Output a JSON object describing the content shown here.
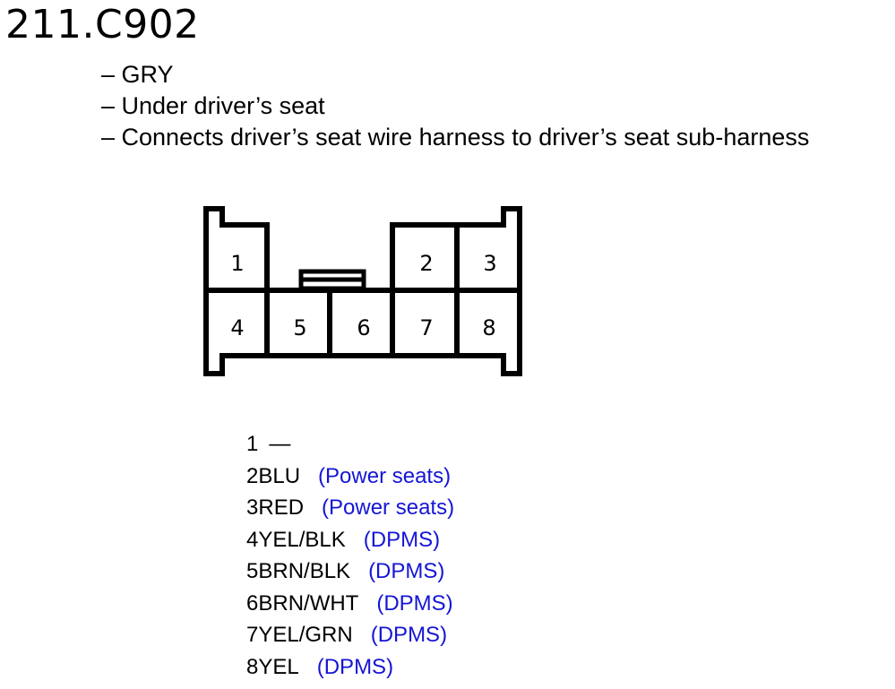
{
  "connector": {
    "title": "211.C902",
    "notes": [
      "– GRY",
      "– Under driver’s seat",
      "– Connects driver’s seat wire harness to driver’s seat sub-harness"
    ]
  },
  "pin_labels": [
    "1",
    "2",
    "3",
    "4",
    "5",
    "6",
    "7",
    "8"
  ],
  "pinout": [
    {
      "num": "1",
      "wire": "",
      "fn": "",
      "dash": "—"
    },
    {
      "num": "2",
      "wire": "BLU",
      "fn": "(Power seats)",
      "dash": ""
    },
    {
      "num": "3",
      "wire": "RED",
      "fn": "(Power seats)",
      "dash": ""
    },
    {
      "num": "4",
      "wire": "YEL/BLK",
      "fn": "(DPMS)",
      "dash": ""
    },
    {
      "num": "5",
      "wire": "BRN/BLK",
      "fn": "(DPMS)",
      "dash": ""
    },
    {
      "num": "6",
      "wire": "BRN/WHT",
      "fn": "(DPMS)",
      "dash": ""
    },
    {
      "num": "7",
      "wire": "YEL/GRN",
      "fn": "(DPMS)",
      "dash": ""
    },
    {
      "num": "8",
      "wire": "YEL",
      "fn": "(DPMS)",
      "dash": ""
    }
  ],
  "colors": {
    "function_text": "#1515d6",
    "outline": "#000000"
  }
}
